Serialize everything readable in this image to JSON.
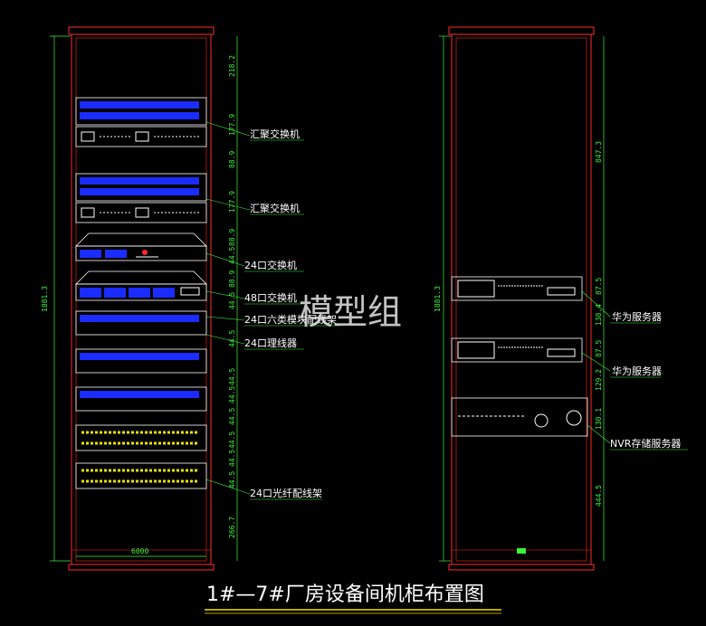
{
  "title": "1#—7#厂房设备间机柜布置图",
  "watermark": "模型组",
  "colors": {
    "frame": "#ff2a2a",
    "dim": "#3cf23c",
    "text": "#ffffff",
    "device": "#1a2cff",
    "yellow": "#e8e000",
    "underline": "#e8e000"
  },
  "left_cabinet": {
    "height_dim": "1881.3",
    "width_dim": "6000",
    "dims": [
      "218.2",
      "177.9",
      "88.9",
      "177.9",
      "88.9",
      "44.5",
      "88.9",
      "44.5",
      "44.5",
      "44.5",
      "44.5",
      "44.5",
      "44.5",
      "44.5",
      "44.5",
      "266.7"
    ],
    "labels": [
      "汇聚交换机",
      "汇聚交换机",
      "24口交换机",
      "48口交换机",
      "24口六类模块配线架",
      "24口理线器",
      "24口光纤配线架"
    ]
  },
  "right_cabinet": {
    "height_dim": "1881.3",
    "dims": [
      "847.3",
      "87.5",
      "138.4",
      "87.5",
      "129.2",
      "130.1",
      "444.5"
    ],
    "labels": [
      "华为服务器",
      "华为服务器",
      "NVR存储服务器"
    ]
  }
}
